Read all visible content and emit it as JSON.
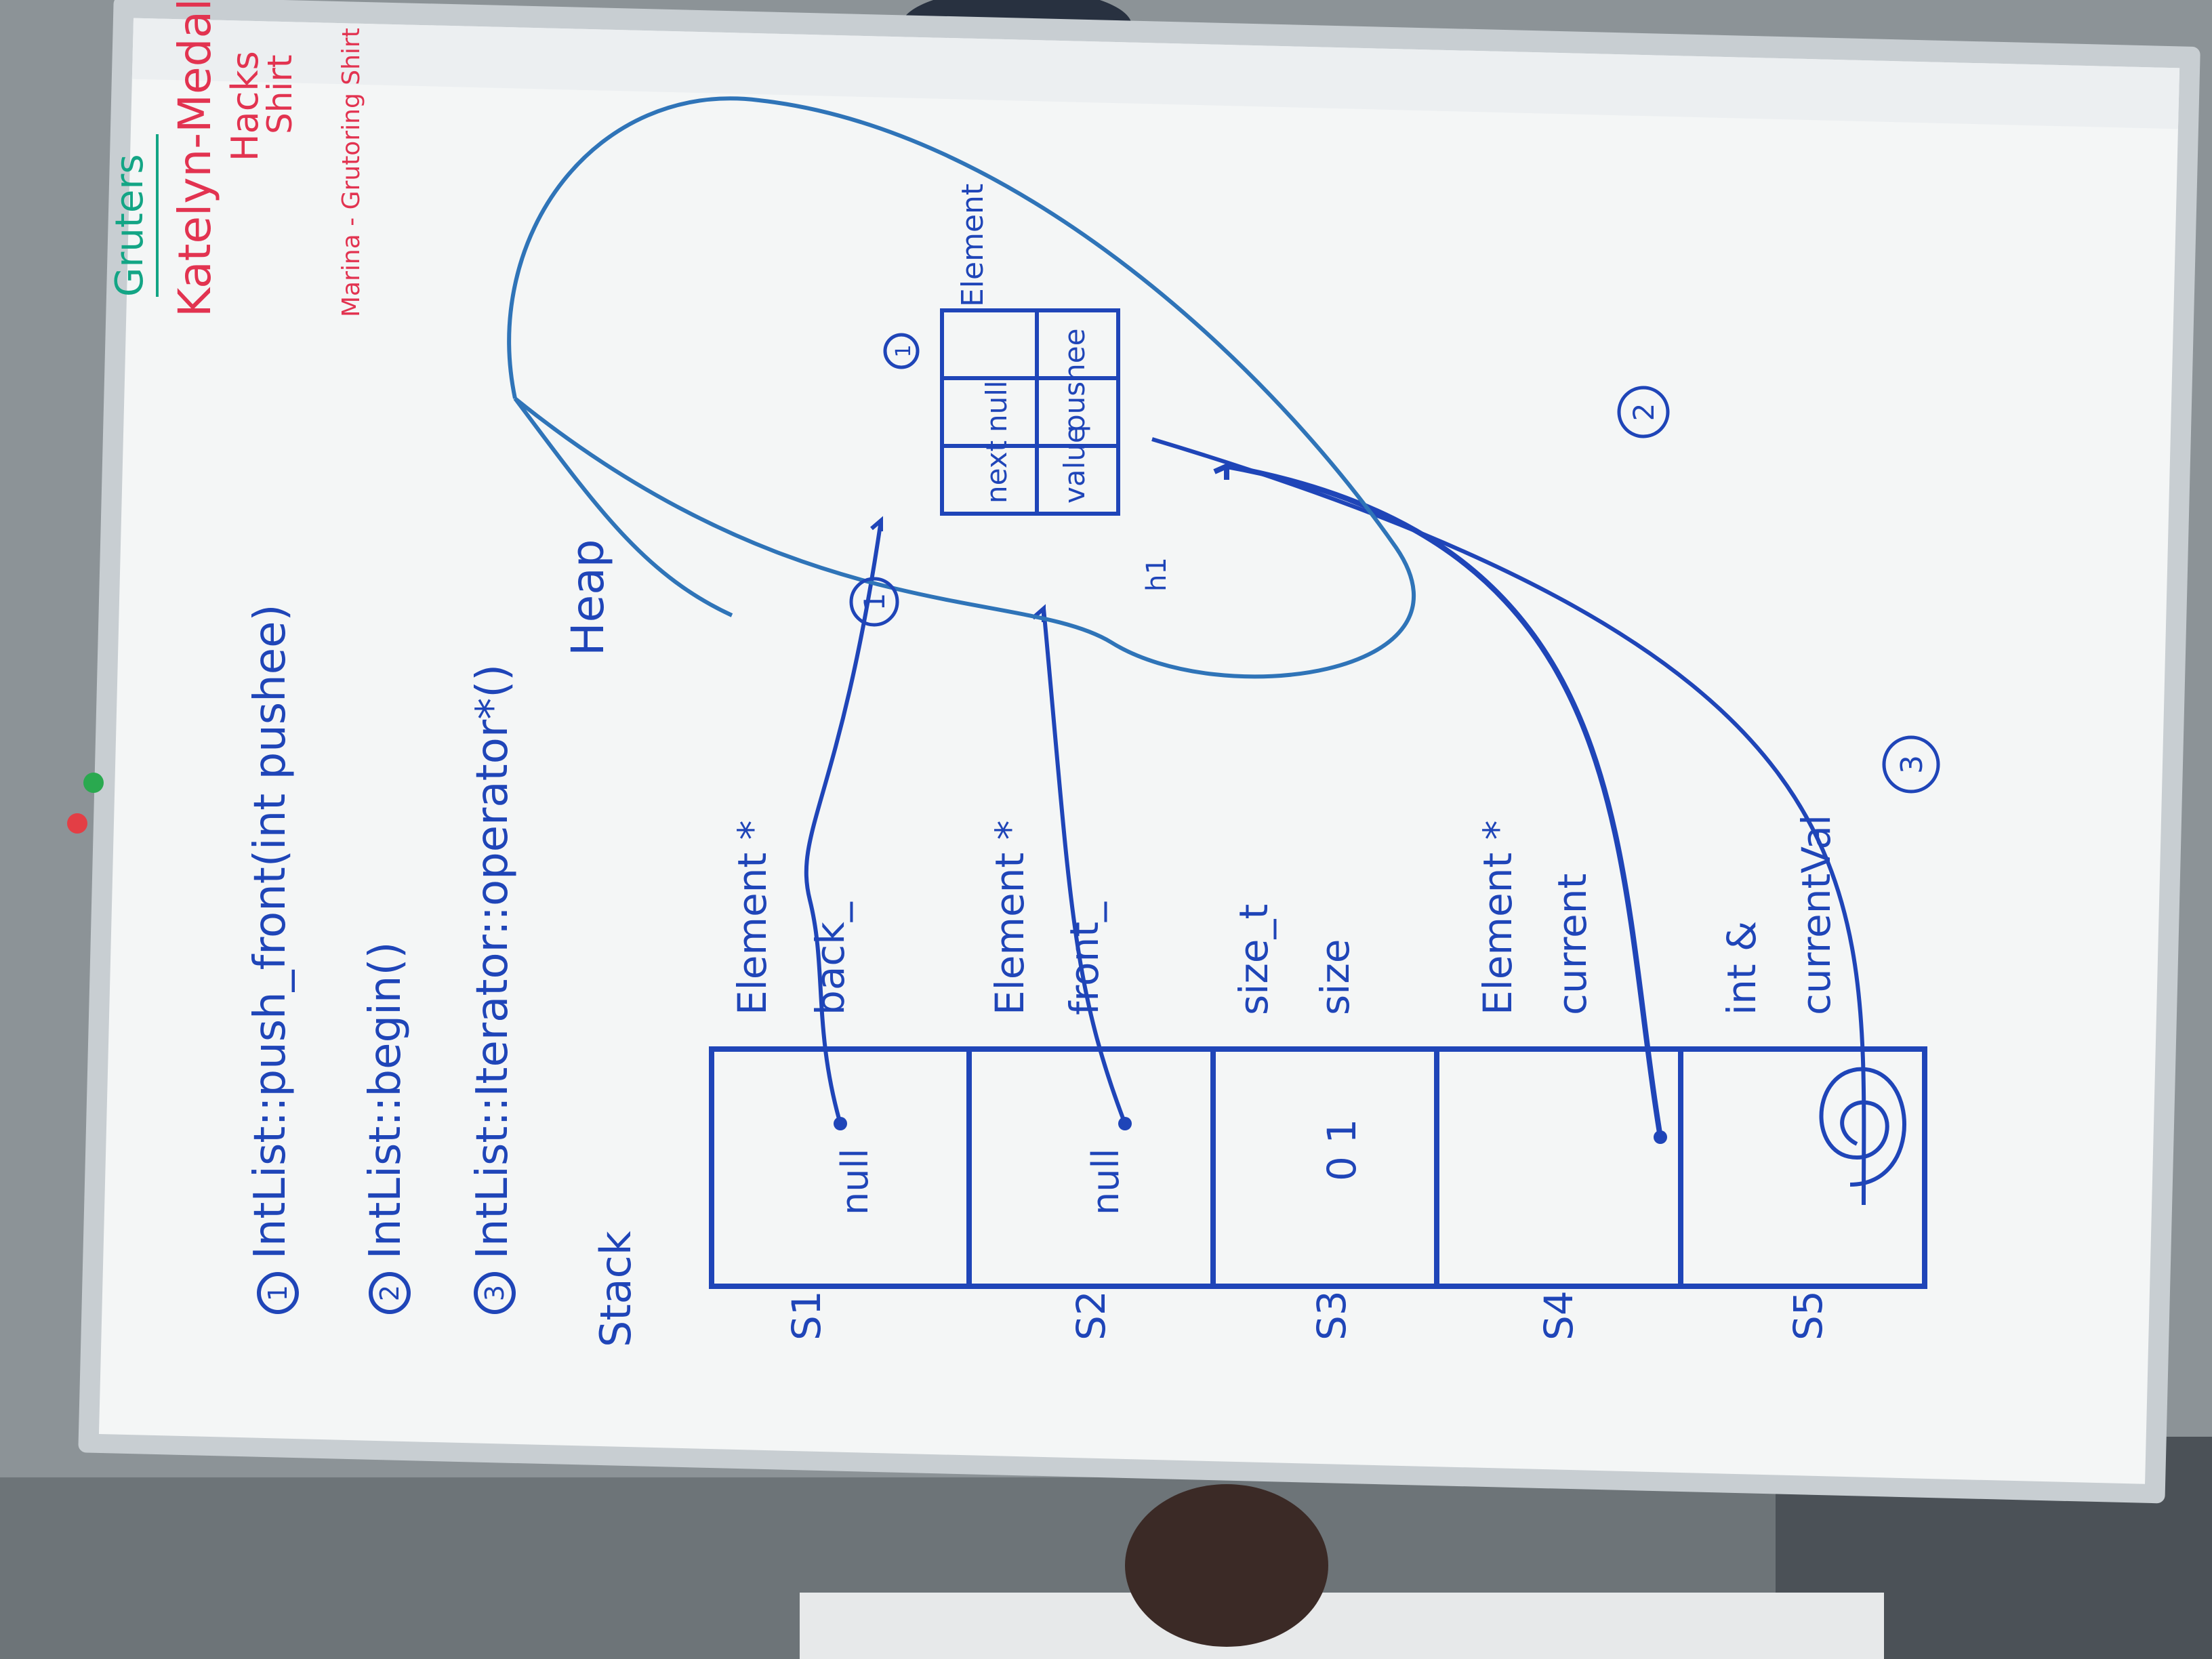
{
  "photo": {
    "subject": "whiteboard photo"
  },
  "whiteboard": {
    "steps": [
      {
        "num": "1",
        "text": "IntList::push_front(int pushee)"
      },
      {
        "num": "2",
        "text": "IntList::begin()"
      },
      {
        "num": "3",
        "text": "IntList::Iterator::operator*()"
      }
    ],
    "stack_label": "Stack",
    "heap_label": "Heap",
    "gruters": {
      "heading": "Gruters",
      "line1": "Katelyn-Medal",
      "line2": "Hacks",
      "line3": "Shirt",
      "line4": "Marina - Grutoring Shirt"
    },
    "rows": [
      {
        "slot": "S1",
        "type": "Element *",
        "name": "back_",
        "value": "null"
      },
      {
        "slot": "S2",
        "type": "Element *",
        "name": "front_",
        "value": "null"
      },
      {
        "slot": "S3",
        "type": "size_t",
        "name": "size",
        "value": "0 1"
      },
      {
        "slot": "S4",
        "type": "Element *",
        "name": "current",
        "value": ""
      },
      {
        "slot": "S5",
        "type": "int &",
        "name": "currentVal",
        "value": ""
      }
    ],
    "element_box": {
      "title": "Element",
      "step_marker": "1",
      "fields": [
        {
          "name": "next",
          "value": "null"
        },
        {
          "name": "value",
          "value": "pushee"
        }
      ]
    },
    "markers": {
      "m1": "1",
      "m2": "2",
      "m3": "3",
      "h1": "h1"
    }
  },
  "colors": {
    "marker_blue": "#1f45b8",
    "marker_green": "#13a585",
    "marker_red": "#e23350",
    "board": "#f4f6f6"
  }
}
